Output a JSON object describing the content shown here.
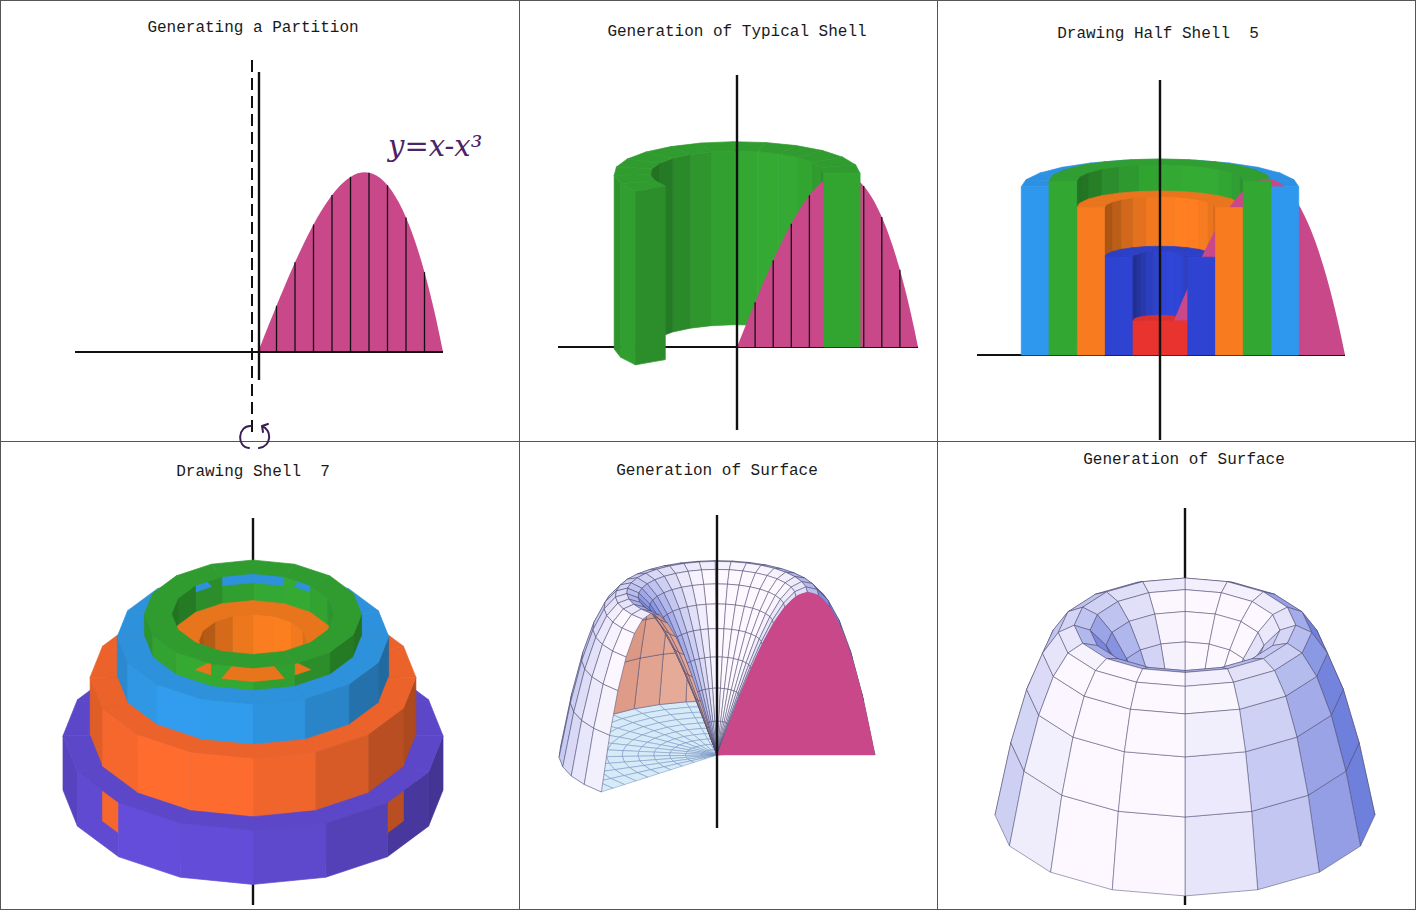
{
  "diagram": {
    "labels": [
      "Generating a Partition",
      "y=x-x³",
      "Generation of Typical Shell",
      "Drawing Half Shell  5",
      "Drawing Shell  7",
      "Generation of Surface",
      "Generation of Surface"
    ]
  }
}
